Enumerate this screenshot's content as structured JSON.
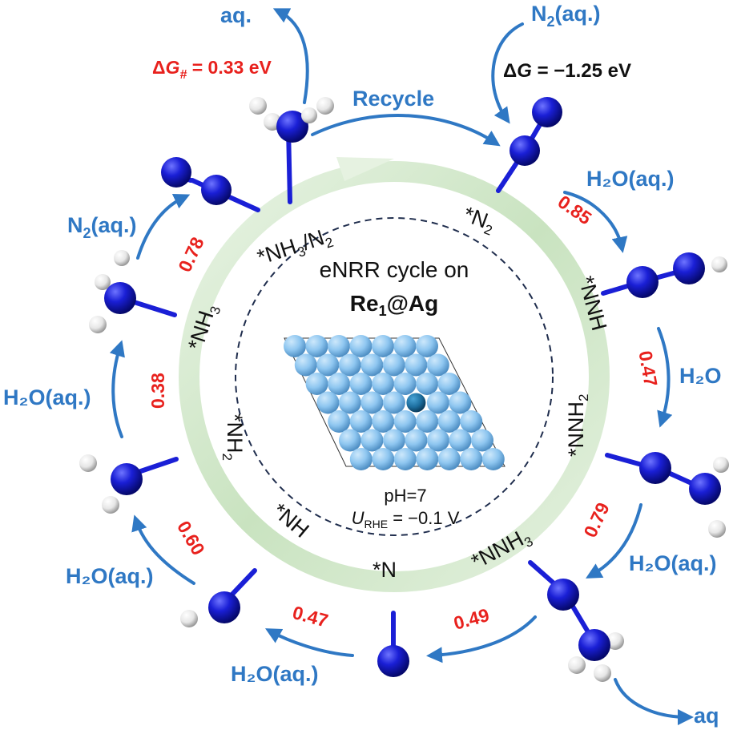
{
  "center": {
    "title_line1": "eNRR cycle on",
    "catalyst": "Re",
    "catalyst_sub": "1",
    "catalyst_suffix": "@Ag",
    "ph": "pH=7",
    "u_symbol": "U",
    "u_sub": "RHE",
    "u_value": " = −0.1 V"
  },
  "intermediates": {
    "nh3_n2_a": "*NH",
    "nh3_n2_sub": "3",
    "nh3_n2_b": "/N",
    "nh3_n2_sub2": "2",
    "n2_a": "*N",
    "n2_sub": "2",
    "nnh": "*NNH",
    "nnh2_a": "*NNH",
    "nnh2_sub": "2",
    "nnh3_a": "*NNH",
    "nnh3_sub": "3",
    "n": "*N",
    "nh": "*NH",
    "nh2_a": "*NH",
    "nh2_sub": "2",
    "nh3_a": "*NH",
    "nh3_sub": "3"
  },
  "species": {
    "aq_top": "aq.",
    "aq_bottom": "aq",
    "n2_aq_top_a": "N",
    "n2_aq_top_sub": "2",
    "n2_aq_top_b": "(aq.)",
    "n2_aq_left_a": "N",
    "n2_aq_left_sub": "2",
    "n2_aq_left_b": "(aq.)",
    "recycle": "Recycle",
    "h2o_1": "H₂O(aq.)",
    "h2o_2": "H₂O",
    "h2o_3": "H₂O(aq.)",
    "h2o_4": "H₂O(aq.)",
    "h2o_5": "H₂O(aq.)",
    "h2o_6": "H₂O(aq.)"
  },
  "energies": {
    "dg_hash_prefix": "Δ",
    "dg_hash_g": "G",
    "dg_hash_sub": "#",
    "dg_hash_value": " = 0.33 eV",
    "dg_prefix": "Δ",
    "dg_g": "G",
    "dg_value": " = −1.25 eV",
    "step_n2_nnh": "0.85",
    "step_nnh_nnh2": "0.47",
    "step_nnh2_nnh3": "0.79",
    "step_nnh3_n": "0.49",
    "step_n_nh": "0.47",
    "step_nh_nh2": "0.60",
    "step_nh2_nh3": "0.38",
    "step_nh3_n2": "0.78"
  },
  "colors": {
    "arrow_blue": "#2f78c4",
    "value_red": "#e8211d",
    "nitrogen": "#1a1fd6",
    "hydrogen": "#f2f2f2",
    "silver_atom": "#8ec6f0",
    "rhenium_atom": "#1d6fa0",
    "ring_green": "#cfe6c7"
  }
}
